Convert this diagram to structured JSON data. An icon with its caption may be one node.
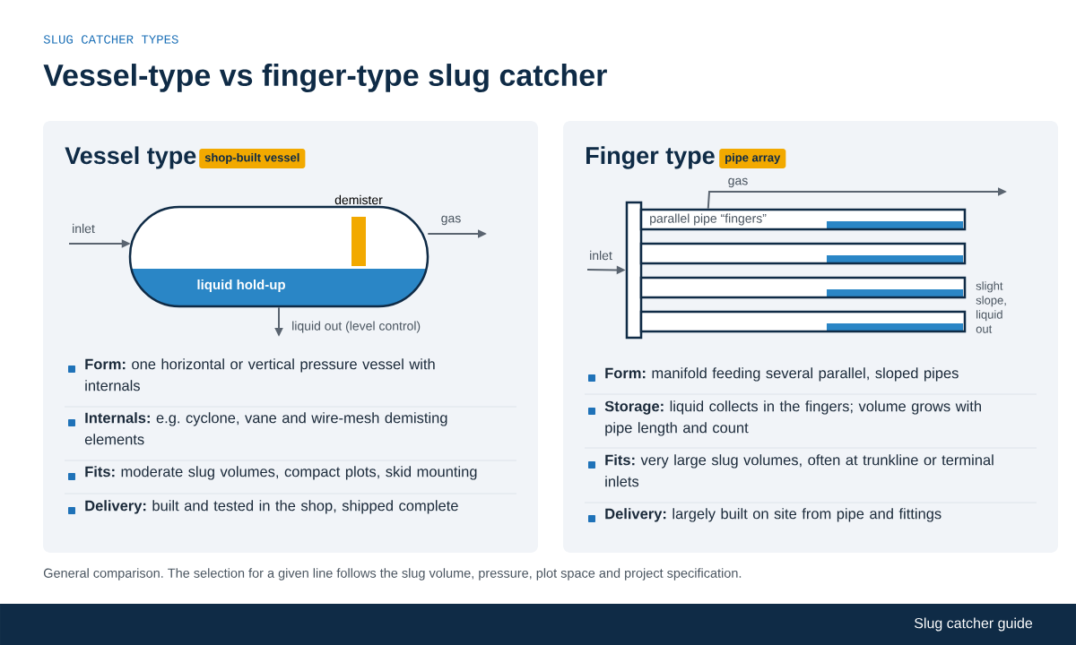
{
  "diagram": {
    "title": "Vessel-type vs finger-type slug catcher",
    "caption": "General comparison. The selection for a given line follows the slug volume, pressure, plot space and project specification.",
    "nodes": [
      {
        "text": [
          "Vessel type"
        ]
      },
      {
        "text": [
          "shop-built vessel"
        ],
        "in": 0
      },
      {
        "text": [
          "liquid hold-up"
        ],
        "in": 0
      },
      {
        "text": [
          "demister"
        ],
        "in": 2
      },
      {
        "text": [
          "Finger type"
        ]
      },
      {
        "text": [
          "pipe array"
        ],
        "in": 4
      },
      {
        "text": [],
        "shape": "bar",
        "in": 4
      },
      {
        "text": [
          "parallel pipe “fingers”"
        ],
        "in": 4
      },
      {
        "text": [],
        "shape": "pipe",
        "in": 4
      },
      {
        "text": [],
        "shape": "pipe",
        "in": 4
      },
      {
        "text": [],
        "shape": "pipe",
        "in": 4
      }
    ],
    "edges": [
      {
        "from": null,
        "to": 2,
        "arrow": "to",
        "label": "inlet"
      },
      {
        "from": 2,
        "to": null,
        "arrow": "to",
        "label": "gas"
      },
      {
        "from": 2,
        "to": null,
        "arrow": "to",
        "label": "liquid out (level control)"
      },
      {
        "from": null,
        "to": 6,
        "arrow": "to",
        "label": "inlet"
      },
      {
        "from": 7,
        "to": null,
        "arrow": "to",
        "label": "gas"
      }
    ],
    "labels": [
      "SLUG CATCHER TYPES",
      "**Form:** one horizontal or vertical pressure vessel with internals",
      "**Internals:** e.g. cyclone, vane and wire-mesh demisting elements",
      "**Fits:** moderate slug volumes, compact plots, skid mounting",
      "**Delivery:** built and tested in the shop, shipped complete",
      "slight slope, liquid out",
      "**Form:** manifold feeding several parallel, sloped pipes",
      "**Storage:** liquid collects in the fingers; volume grows with pipe length and count",
      "**Fits:** very large slug volumes, often at trunkline or terminal inlets",
      "**Delivery:** largely built on site from pipe and fittings",
      "Slug catcher guide"
    ]
  }
}
